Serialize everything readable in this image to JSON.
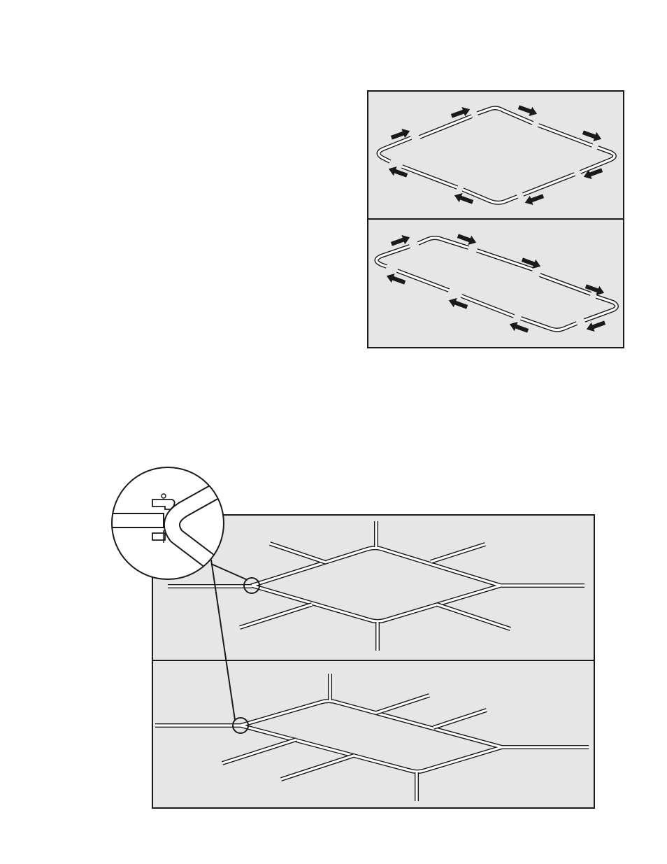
{
  "figures": [
    {
      "id": "square-frame-exploded",
      "kind": "exploded-frame"
    },
    {
      "id": "rectangle-frame-exploded",
      "kind": "exploded-frame"
    },
    {
      "id": "square-frame-assembled",
      "kind": "assembled-frame-with-legs"
    },
    {
      "id": "rectangle-frame-assembled",
      "kind": "assembled-frame-with-legs"
    },
    {
      "id": "connector-detail",
      "kind": "magnified-inset"
    }
  ],
  "colors": {
    "panel": "#e6e6e6",
    "line": "#1a1a1a",
    "tube": "#ffffff",
    "page": "#ffffff"
  },
  "icons": [
    "arrow-icon",
    "tube-connector-icon",
    "magnifier-circle-icon"
  ]
}
